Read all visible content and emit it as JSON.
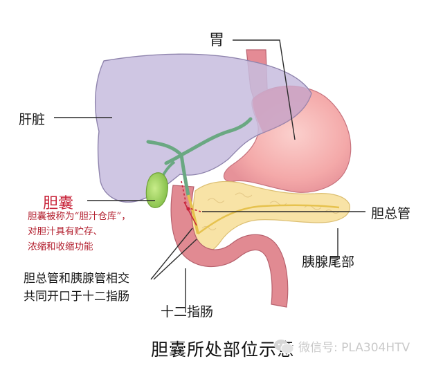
{
  "labels": {
    "stomach": "胃",
    "liver": "肝脏",
    "gallbladder": "胆囊",
    "common_bile_duct": "胆总管",
    "pancreas_tail": "胰腺尾部",
    "duodenum": "十二指肠"
  },
  "notes": {
    "gallbladder_line1": "胆囊被称为“胆汁仓库”，",
    "gallbladder_line2": "对胆汁具有贮存、",
    "gallbladder_line3": "浓缩和收缩功能",
    "junction_line1": "胆总管和胰腺管相交",
    "junction_line2": "共同开口于十二指肠"
  },
  "caption": "胆囊所处部位示意",
  "watermark": {
    "icon": "wechat-icon",
    "text": "微信号: PLA304HTV"
  },
  "colors": {
    "liver": "#c7bdde",
    "stomach": "#f2a7a6",
    "duodenum": "#e18a92",
    "gallbladder": "#9ccf56",
    "bile_duct": "#6aa882",
    "pancreas": "#f8e3a6",
    "accent_red": "#c8243a"
  }
}
